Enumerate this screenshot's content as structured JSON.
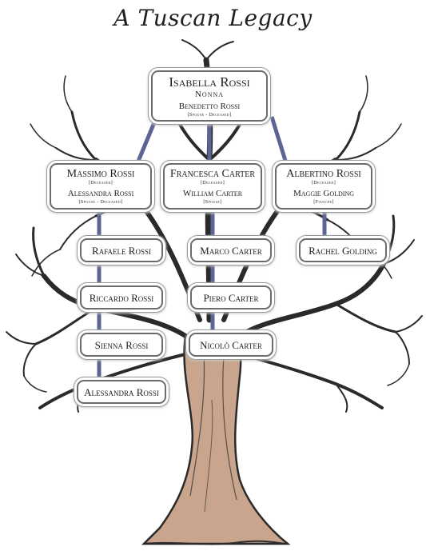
{
  "title": "A Tuscan Legacy",
  "colors": {
    "trunk": "#c8a58c",
    "branch": "#2a2a2a",
    "rope": "#5c6592"
  },
  "root": {
    "name": "Isabella Rossi",
    "role": "Nonna",
    "spouse": "Benedetto Rossi",
    "spouse_note": "[Spouse - Deceased]"
  },
  "branches": [
    {
      "name": "Massimo Rossi",
      "note": "[Deceased]",
      "spouse": "Alessandra Rossi",
      "spouse_note": "[Spouse - Deceased]",
      "children": [
        "Rafaele Rossi",
        "Riccardo Rossi",
        "Sienna Rossi",
        "Alessandra Rossi"
      ]
    },
    {
      "name": "Francesca Carter",
      "note": "[Deceased]",
      "spouse": "William Carter",
      "spouse_note": "[Spouse]",
      "children": [
        "Marco Carter",
        "Piero Carter",
        "Nicolò Carter"
      ]
    },
    {
      "name": "Albertino Rossi",
      "note": "[Deceased]",
      "spouse": "Maggie Golding",
      "spouse_note": "[Fiancée]",
      "children": [
        "Rachel Golding"
      ]
    }
  ]
}
